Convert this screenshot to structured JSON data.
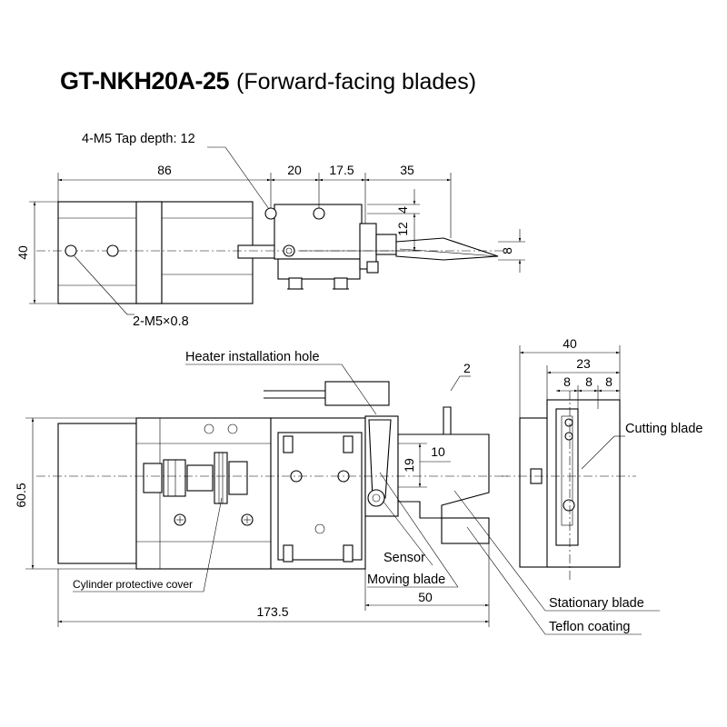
{
  "title": {
    "model": "GT-NKH20A-25",
    "note": "(Forward-facing blades)"
  },
  "top_view": {
    "callout_tap": "4-M5 Tap depth: 12",
    "callout_port": "2-M5×0.8",
    "dims": {
      "d86": "86",
      "d20": "20",
      "d17_5": "17.5",
      "d35": "35",
      "d4": "4",
      "d12": "12",
      "d8": "8",
      "d40": "40"
    }
  },
  "front_view": {
    "labels": {
      "heater": "Heater installation hole",
      "sensor": "Sensor",
      "moving_blade": "Moving blade",
      "stationary_blade": "Stationary blade",
      "teflon": "Teflon coating",
      "cylinder_cover": "Cylinder protective cover"
    },
    "dims": {
      "d2": "2",
      "d10": "10",
      "d19": "19",
      "d50": "50",
      "d60_5": "60.5",
      "d173_5": "173.5"
    }
  },
  "side_view": {
    "label_cutting": "Cutting blade",
    "dims": {
      "d40": "40",
      "d23": "23",
      "d8a": "8",
      "d8b": "8",
      "d8c": "8"
    }
  }
}
